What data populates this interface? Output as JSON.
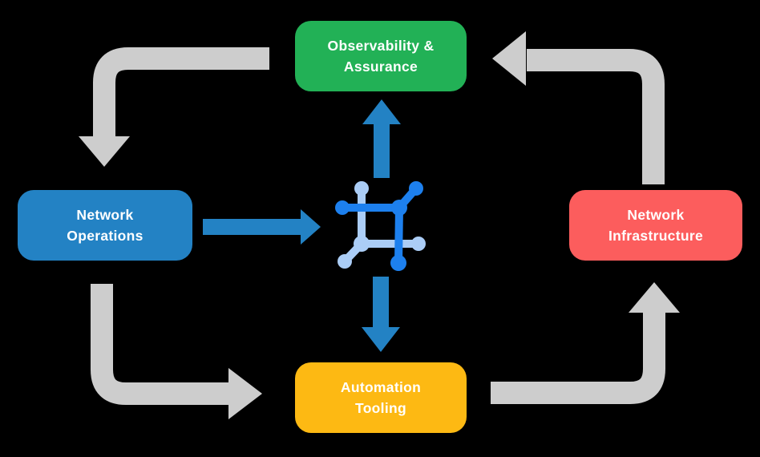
{
  "diagram": {
    "nodes": {
      "observability": {
        "label": "Observability &\nAssurance"
      },
      "operations": {
        "label": "Network\nOperations"
      },
      "infrastructure": {
        "label": "Network\nInfrastructure"
      },
      "automation": {
        "label": "Automation\nTooling"
      }
    },
    "center_icon": "network-platform-icon",
    "flows": {
      "gray_cycle": [
        "observability-to-operations",
        "operations-to-automation",
        "automation-to-infrastructure",
        "infrastructure-to-observability"
      ],
      "blue_links": [
        "operations-to-platform",
        "platform-to-observability",
        "platform-to-automation"
      ]
    }
  },
  "colors": {
    "bg": "#000000",
    "node-observability": "#22b156",
    "node-operations": "#2382c4",
    "node-infrastructure": "#fc5d5d",
    "node-automation": "#fdb913",
    "node-text": "#ffffff",
    "arrow-gray": "#cdcdcd",
    "arrow-blue": "#2382c4",
    "icon-dark": "#1d80ee",
    "icon-light": "#abcdf6"
  }
}
